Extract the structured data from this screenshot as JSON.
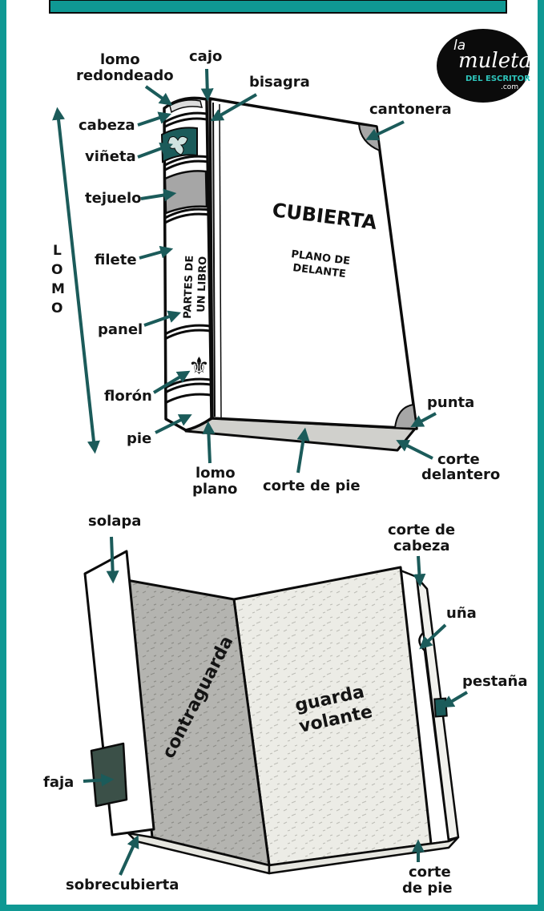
{
  "logo": {
    "line1": "la",
    "line2": "muleta",
    "line3": "DEL ESCRITOR",
    "line4": ".com"
  },
  "book": {
    "cover_title": "CUBIERTA",
    "cover_sub_1": "PLANO DE",
    "cover_sub_2": "DELANTE",
    "spine_text_1": "PARTES DE",
    "spine_text_2": "UN LIBRO"
  },
  "labels_top": {
    "lomo_redondeado_1": "lomo",
    "lomo_redondeado_2": "redondeado",
    "cajo": "cajo",
    "bisagra": "bisagra",
    "cantonera": "cantonera",
    "cabeza": "cabeza",
    "vineta": "viñeta",
    "tejuelo": "tejuelo",
    "filete": "filete",
    "panel": "panel",
    "floron": "florón",
    "pie": "pie",
    "punta": "punta",
    "corte_delantero_1": "corte",
    "corte_delantero_2": "delantero",
    "lomo_plano_1": "lomo",
    "lomo_plano_2": "plano",
    "corte_de_pie": "corte de pie",
    "lomo_vertical": [
      "L",
      "O",
      "M",
      "O"
    ]
  },
  "labels_bottom": {
    "solapa": "solapa",
    "corte_de_cabeza_1": "corte de",
    "corte_de_cabeza_2": "cabeza",
    "una": "uña",
    "pestana": "pestaña",
    "contraguarda": "contraguarda",
    "guarda_1": "guarda",
    "guarda_2": "volante",
    "faja": "faja",
    "sobrecubierta": "sobrecubierta",
    "corte_pie_1": "corte",
    "corte_pie_2": "de pie"
  },
  "colors": {
    "accent": "#1b5b5a",
    "frame": "#0f9893",
    "gray_fill": "#a6a6a6",
    "dark_green": "#3b5048"
  }
}
